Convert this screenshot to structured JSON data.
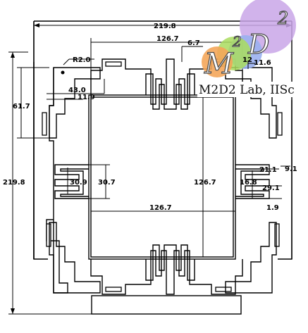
{
  "logo": {
    "letters": [
      "M",
      "2",
      "D",
      "2"
    ],
    "colors": {
      "orange": "#f4a65a",
      "green": "#a9dc5e",
      "blue": "#9ab0f0",
      "lavender": "#c9a6e8"
    }
  },
  "brand": {
    "lab_name": "M2D2 Lab, IISc"
  },
  "dimensions": {
    "overall_width": "219.8",
    "overall_height": "219.8",
    "inner_width_top": "126.7",
    "inner_width_middle": "126.7",
    "inner_height_right": "126.7",
    "inner_height_left": "30.7",
    "top_slot_width": "6.7",
    "corner_radius": "R2.0",
    "flexure_offset": "43.0",
    "flexure_gap": "11.9",
    "left_height": "61.7",
    "left_flexure": "30.9",
    "logo_dim_a": "12",
    "logo_dim_b": "11.6",
    "right_a": "21.1",
    "right_b": "9.1",
    "right_c": "16.8",
    "right_d": "29.1",
    "right_e": "1.9"
  }
}
